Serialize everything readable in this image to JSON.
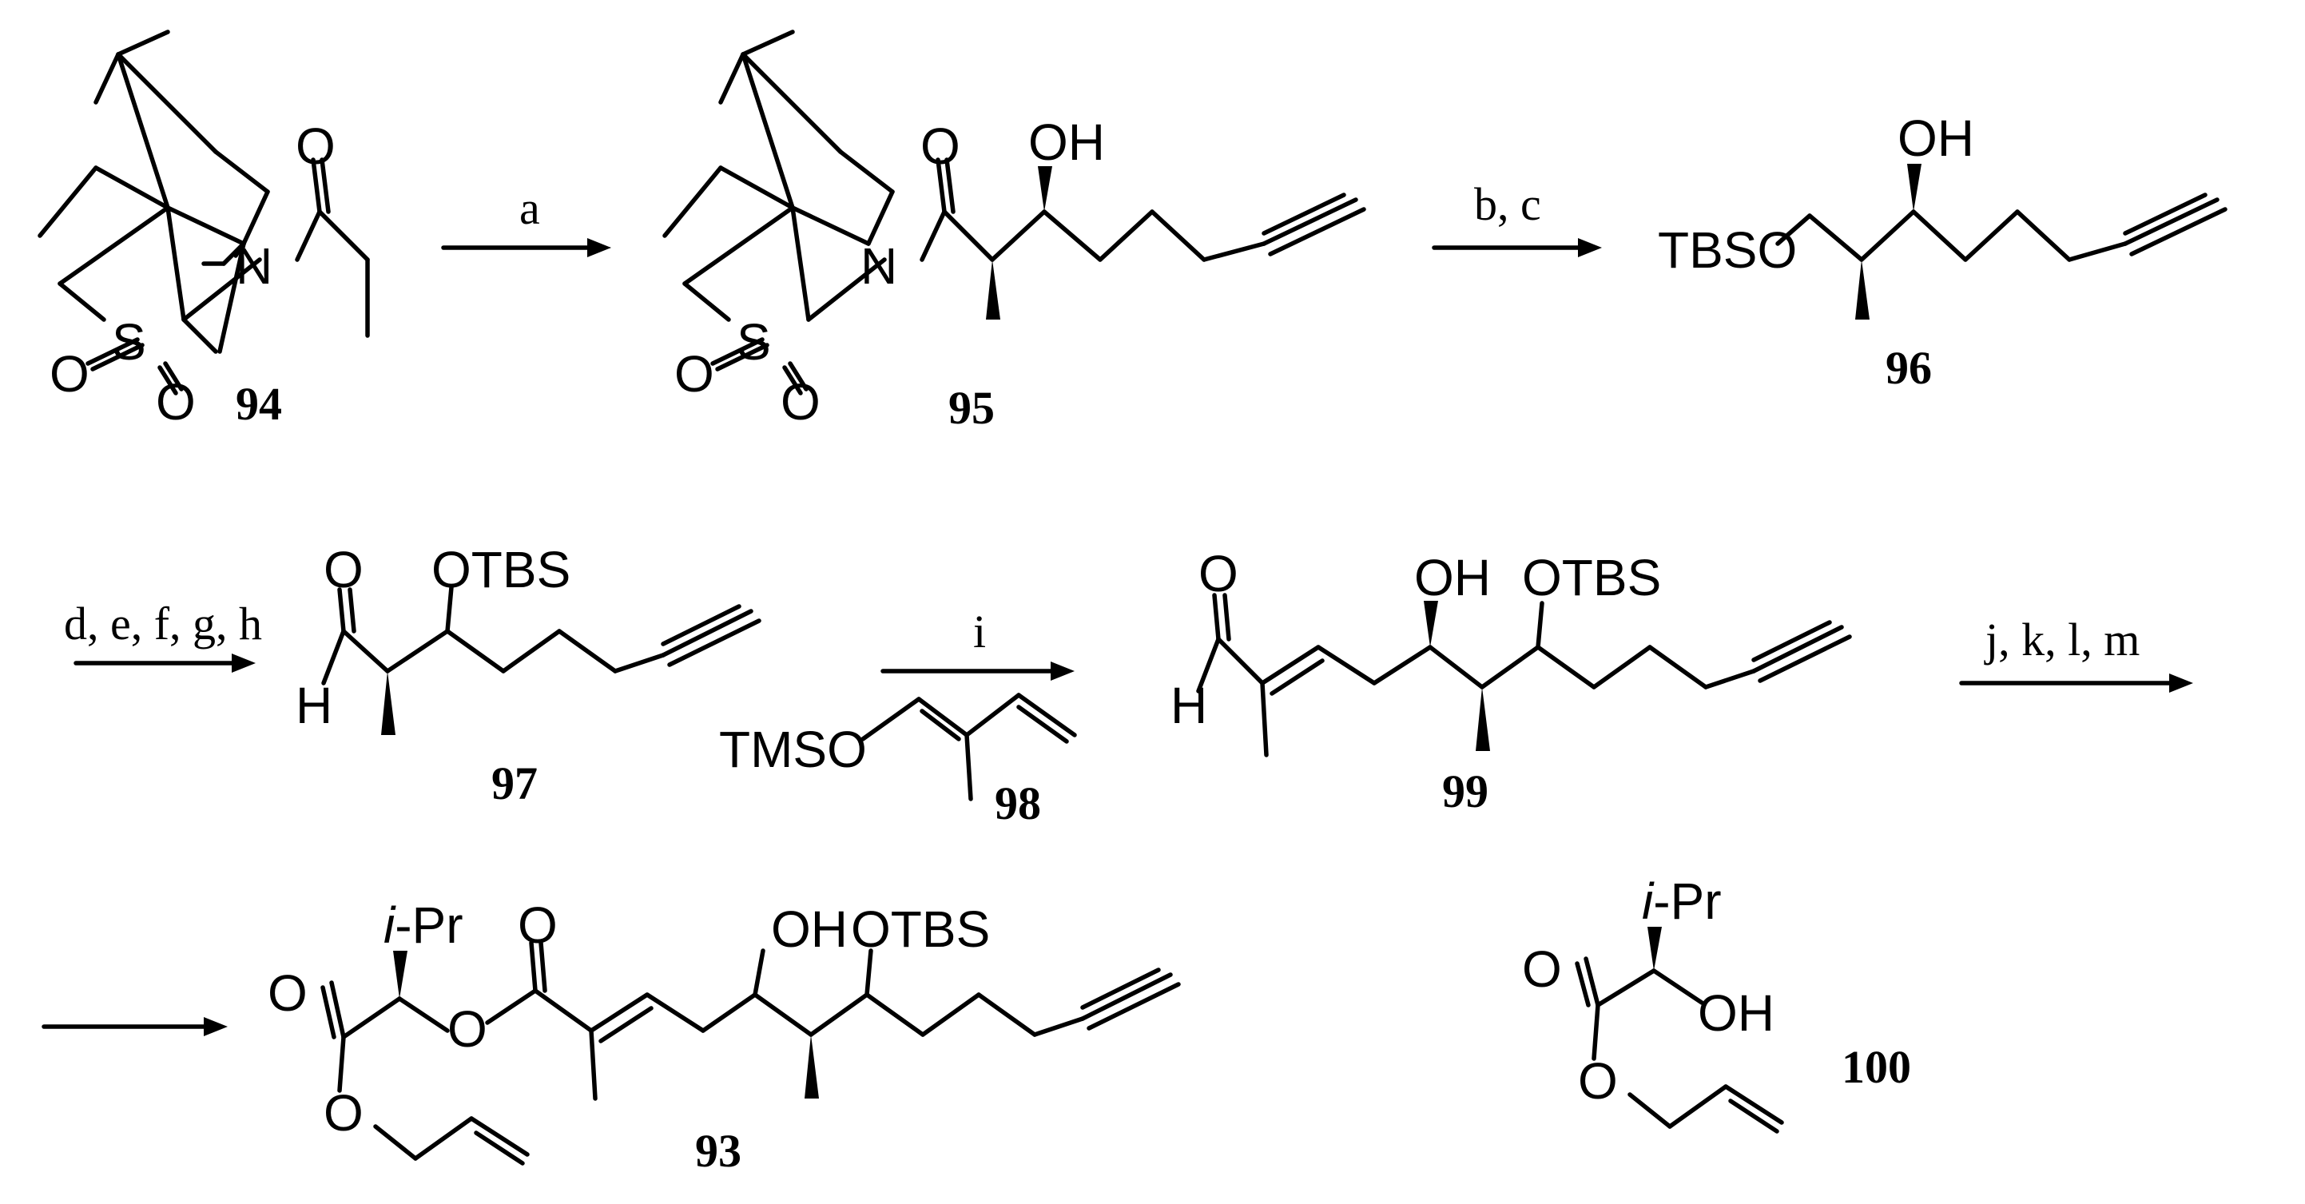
{
  "compounds": {
    "c94": "94",
    "c95": "95",
    "c96": "96",
    "c97": "97",
    "c98": "98",
    "c99": "99",
    "c93": "93",
    "c100": "100"
  },
  "conditions": {
    "a": "a",
    "bc": "b, c",
    "defgh": "d, e, f, g, h",
    "i": "i",
    "jklm": "j, k, l, m"
  },
  "atoms": {
    "N": "N",
    "S": "S",
    "O": "O",
    "OH": "OH",
    "H": "H",
    "TBSO": "TBSO",
    "OTBS": "OTBS",
    "TMSO": "TMSO",
    "iPr_i": "i",
    "iPr_rest": "-Pr"
  }
}
